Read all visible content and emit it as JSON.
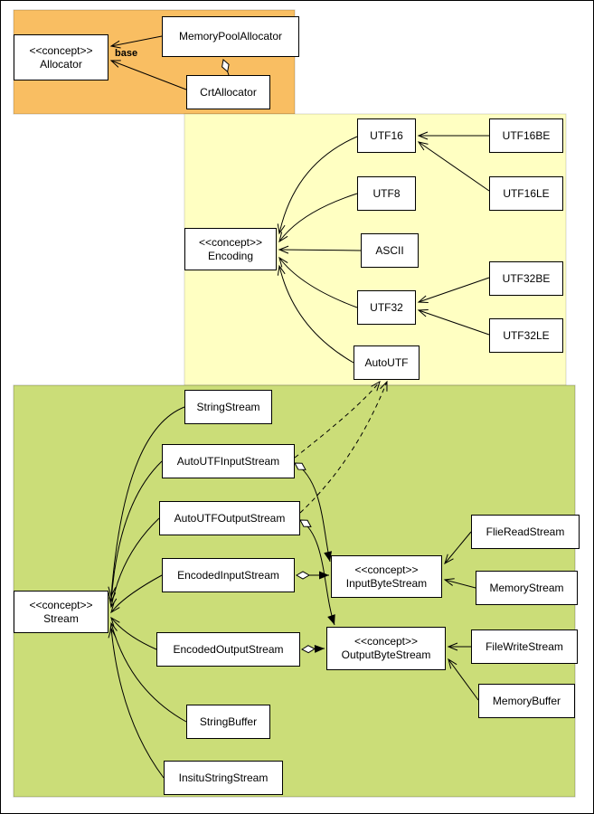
{
  "diagram": {
    "colors": {
      "allocators_region": "#F9BE62",
      "encodings_region": "#FFFFC2",
      "streams_region": "#CBDD78",
      "node_fill": "#ffffff",
      "line": "#000000"
    },
    "nodes": {
      "allocator": {
        "stereotype": "<<concept>>",
        "label": "Allocator"
      },
      "memoryPoolAllocator": {
        "label": "MemoryPoolAllocator"
      },
      "crtAllocator": {
        "label": "CrtAllocator"
      },
      "encoding": {
        "stereotype": "<<concept>>",
        "label": "Encoding"
      },
      "utf16": {
        "label": "UTF16"
      },
      "utf8": {
        "label": "UTF8"
      },
      "ascii": {
        "label": "ASCII"
      },
      "utf32": {
        "label": "UTF32"
      },
      "autoUTF": {
        "label": "AutoUTF"
      },
      "utf16be": {
        "label": "UTF16BE"
      },
      "utf16le": {
        "label": "UTF16LE"
      },
      "utf32be": {
        "label": "UTF32BE"
      },
      "utf32le": {
        "label": "UTF32LE"
      },
      "stream": {
        "stereotype": "<<concept>>",
        "label": "Stream"
      },
      "stringStream": {
        "label": "StringStream"
      },
      "autoUTFInputStream": {
        "label": "AutoUTFInputStream"
      },
      "autoUTFOutputStream": {
        "label": "AutoUTFOutputStream"
      },
      "encodedInputStream": {
        "label": "EncodedInputStream"
      },
      "encodedOutputStream": {
        "label": "EncodedOutputStream"
      },
      "stringBuffer": {
        "label": "StringBuffer"
      },
      "insituStringStream": {
        "label": "InsituStringStream"
      },
      "inputByteStream": {
        "stereotype": "<<concept>>",
        "label": "InputByteStream"
      },
      "outputByteStream": {
        "stereotype": "<<concept>>",
        "label": "OutputByteStream"
      },
      "flieReadStream": {
        "label": "FlieReadStream"
      },
      "memoryStream": {
        "label": "MemoryStream"
      },
      "fileWriteStream": {
        "label": "FileWriteStream"
      },
      "memoryBuffer": {
        "label": "MemoryBuffer"
      }
    },
    "edge_labels": {
      "base": "base"
    }
  }
}
